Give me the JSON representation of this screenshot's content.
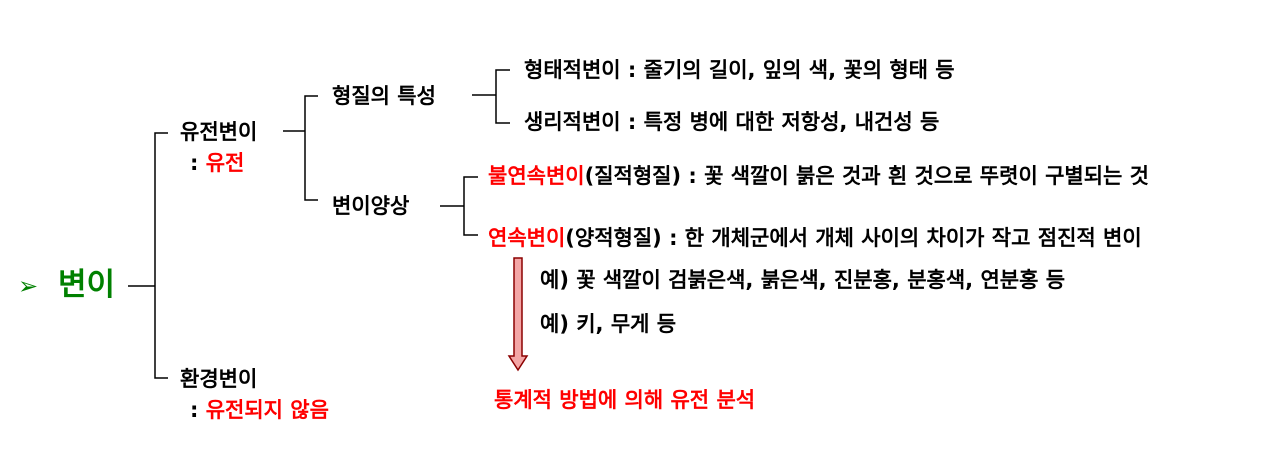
{
  "colors": {
    "text": "#000000",
    "highlight": "#ff0000",
    "root": "#008000",
    "arrow_fill": "#f4a6a6",
    "arrow_stroke": "#8b0000"
  },
  "root": {
    "bullet": "➢",
    "label": "변이"
  },
  "hereditary": {
    "label": "유전변이",
    "note_prefix": ": ",
    "note": "유전",
    "trait": {
      "label": "형질의 특성",
      "items": [
        "형태적변이 : 줄기의 길이, 잎의 색, 꽃의 형태 등",
        "생리적변이 : 특정 병에 대한 저항성, 내건성 등"
      ]
    },
    "pattern": {
      "label": "변이양상",
      "discontinuous": {
        "term": "불연속변이",
        "rest": "(질적형질) : 꽃 색깔이 붉은 것과 흰 것으로 뚜렷이 구별되는 것"
      },
      "continuous": {
        "term": "연속변이",
        "rest": "(양적형질) : 한 개체군에서 개체 사이의 차이가 작고 점진적 변이"
      },
      "examples": [
        "예) 꽃 색깔이 검붉은색, 붉은색, 진분홍, 분홍색, 연분홍 등",
        "예) 키, 무게 등"
      ],
      "analysis": "통계적 방법에 의해 유전 분석"
    }
  },
  "environmental": {
    "label": "환경변이",
    "note_prefix": ": ",
    "note": "유전되지 않음"
  }
}
